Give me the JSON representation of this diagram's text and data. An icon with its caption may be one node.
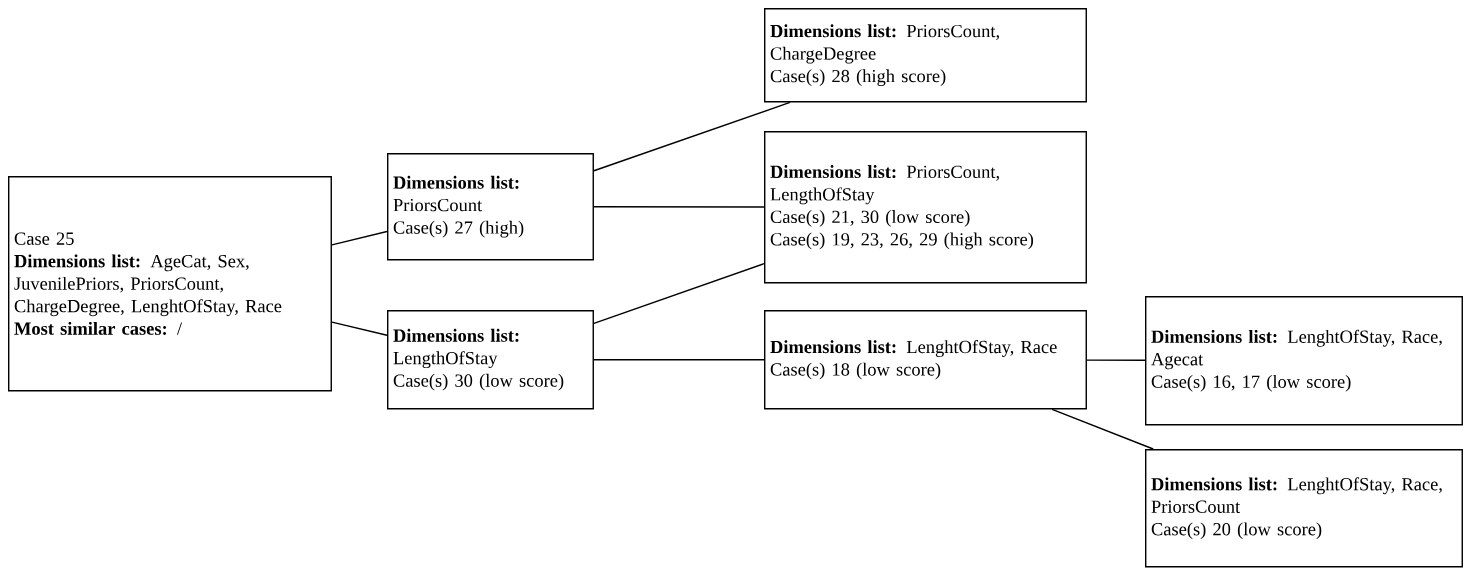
{
  "diagram": {
    "nodes": [
      {
        "text": [
          "Case 25",
          "**Dimensions list:** AgeCat, Sex, JuvenilePriors, PriorsCount, ChargeDegree, LenghtOfStay, Race",
          "**Most similar cases:** /"
        ]
      },
      {
        "text": [
          "**Dimensions list:** PriorsCount",
          "Case(s) 27 (high)"
        ]
      },
      {
        "text": [
          "**Dimensions list:** LengthOfStay",
          "Case(s) 30 (low score)"
        ]
      },
      {
        "text": [
          "**Dimensions list:** PriorsCount, ChargeDegree",
          "Case(s) 28 (high score)"
        ]
      },
      {
        "text": [
          "**Dimensions list:** PriorsCount, LengthOfStay",
          "Case(s) 21, 30 (low score)",
          "Case(s) 19, 23, 26, 29 (high score)"
        ]
      },
      {
        "text": [
          "**Dimensions list:** LenghtOfStay, Race",
          "Case(s) 18 (low score)"
        ]
      },
      {
        "text": [
          "**Dimensions list:** LenghtOfStay, Race, Agecat",
          "Case(s) 16, 17 (low score)"
        ]
      },
      {
        "text": [
          "**Dimensions list:** LenghtOfStay, Race, PriorsCount",
          "Case(s) 20 (low score)"
        ]
      }
    ],
    "edges": [
      {
        "from": 0,
        "to": 1,
        "arrow": "none"
      },
      {
        "from": 0,
        "to": 2,
        "arrow": "none"
      },
      {
        "from": 1,
        "to": 3,
        "arrow": "none"
      },
      {
        "from": 1,
        "to": 4,
        "arrow": "none"
      },
      {
        "from": 2,
        "to": 4,
        "arrow": "none"
      },
      {
        "from": 2,
        "to": 5,
        "arrow": "none"
      },
      {
        "from": 5,
        "to": 6,
        "arrow": "none"
      },
      {
        "from": 5,
        "to": 7,
        "arrow": "none"
      }
    ]
  }
}
